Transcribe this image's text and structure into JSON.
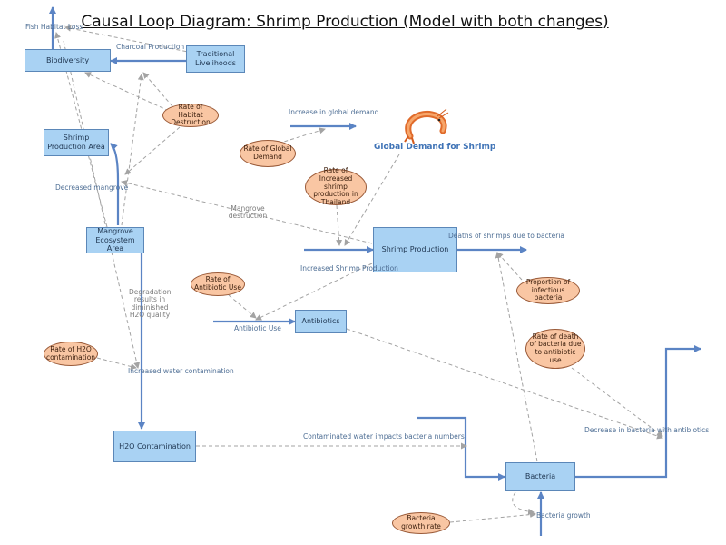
{
  "title": "Causal Loop Diagram: Shrimp Production (Model with both changes)",
  "stocks": {
    "biodiversity": "Biodiversity",
    "traditional_livelihoods": "Traditional Livelihoods",
    "shrimp_production_area": "Shrimp Production Area",
    "mangrove_ecosystem_area": "Mangrove Ecosystem Area",
    "shrimp_production": "Shrimp Production",
    "antibiotics": "Antibiotics",
    "h2o_contamination": "H2O Contamination",
    "bacteria": "Bacteria"
  },
  "converters": {
    "rate_of_habitat_destruction": "Rate of Habitat Destruction",
    "rate_of_global_demand": "Rate of Global Demand",
    "rate_of_increased_shrimp_production": "Rate of Increased shrimp production in Thailand",
    "rate_of_antibiotic_use": "Rate of Antibiotic Use",
    "proportion_of_infectious_bacteria": "Proportion of infectious bacteria",
    "rate_of_death_of_bacteria": "Rate of death of bacteria due to antibiotic use",
    "rate_of_h2o_contamination": "Rate of H2O contamination",
    "bacteria_growth_rate": "Bacteria growth rate"
  },
  "flows": {
    "fish_habitat_loss": "Fish Habitat Loss",
    "charcoal_production": "Charcoal Production",
    "increase_in_global_demand": "Increase in global demand",
    "decreased_mangrove": "Decreased mangrove",
    "mangrove_destruction": "Mangrove destruction",
    "deaths_of_shrimps": "Deaths of shrimps due to bacteria",
    "increased_shrimp_production": "Increased Shrimp Production",
    "antibiotic_use": "Antibiotic Use",
    "degradation": "Degradation results in diminished H2O quality",
    "increased_water_contamination": "Increased water contamination",
    "contaminated_water_impacts": "Contaminated water impacts bacteria numbers",
    "decrease_in_bacteria": "Decrease in bacteria with antibiotics",
    "bacteria_growth": "Bacteria growth"
  },
  "global_demand_label": "Global Demand for Shrimp",
  "colors": {
    "stock_fill": "#a9d2f3",
    "stock_border": "#5b87b8",
    "converter_fill": "#f9c6a3",
    "converter_border": "#9a5a38",
    "flow": "#5b84c4",
    "link": "#a3a3a3"
  },
  "icons": {
    "shrimp": "shrimp-icon"
  }
}
